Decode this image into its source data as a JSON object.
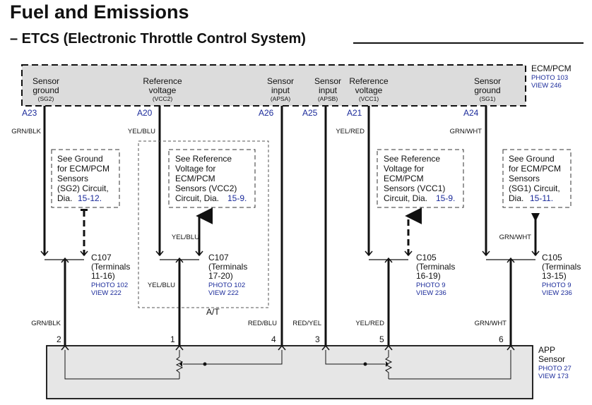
{
  "header": {
    "title": "Fuel and Emissions",
    "subtitle": "– ETCS (Electronic Throttle Control System)"
  },
  "ecm": {
    "name": "ECM/PCM",
    "photo": "PHOTO 103",
    "view": "VIEW 246",
    "terminals": [
      {
        "pin": "A23",
        "line1": "Sensor",
        "line2": "ground",
        "code": "(SG2)"
      },
      {
        "pin": "A20",
        "line1": "Reference",
        "line2": "voltage",
        "code": "(VCC2)"
      },
      {
        "pin": "A26",
        "line1": "Sensor",
        "line2": "input",
        "code": "(APSA)"
      },
      {
        "pin": "A25",
        "line1": "Sensor",
        "line2": "input",
        "code": "(APSB)"
      },
      {
        "pin": "A21",
        "line1": "Reference",
        "line2": "voltage",
        "code": "(VCC1)"
      },
      {
        "pin": "A24",
        "line1": "Sensor",
        "line2": "ground",
        "code": "(SG1)"
      }
    ]
  },
  "wire_colors": {
    "w_a23": "GRN/BLK",
    "w_a20": "YEL/BLU",
    "w_a21": "YEL/RED",
    "w_a24": "GRN/WHT",
    "w_vcc2_branch": "YEL/BLU",
    "w_sg1_branch": "GRN/WHT",
    "w_app2": "GRN/BLK",
    "w_app1": "YEL/BLU",
    "w_app4": "RED/BLU",
    "w_app3": "RED/YEL",
    "w_app5": "YEL/RED",
    "w_app6": "GRN/WHT"
  },
  "notes": [
    {
      "l1": "See Ground",
      "l2": "for ECM/PCM",
      "l3": "Sensors",
      "l4a": "(SG2) Circuit,",
      "l5a": "Dia.",
      "ref": "15-12."
    },
    {
      "l1": "See Reference",
      "l2": "Voltage for",
      "l3": "ECM/PCM",
      "l4a": "Sensors (VCC2)",
      "l5a": "Circuit, Dia.",
      "ref": "15-9."
    },
    {
      "l1": "See Reference",
      "l2": "Voltage for",
      "l3": "ECM/PCM",
      "l4a": "Sensors (VCC1)",
      "l5a": "Circuit, Dia.",
      "ref": "15-9."
    },
    {
      "l1": "See Ground",
      "l2": "for ECM/PCM",
      "l3": "Sensors",
      "l4a": "(SG1) Circuit,",
      "l5a": "Dia.",
      "ref": "15-11."
    }
  ],
  "connectors": [
    {
      "name": "C107",
      "l2": "(Terminals",
      "l3": "11-16)",
      "photo": "PHOTO 102",
      "view": "VIEW 222"
    },
    {
      "name": "C107",
      "l2": "(Terminals",
      "l3": "17-20)",
      "photo": "PHOTO 102",
      "view": "VIEW 222"
    },
    {
      "name": "C105",
      "l2": "(Terminals",
      "l3": "16-19)",
      "photo": "PHOTO 9",
      "view": "VIEW 236"
    },
    {
      "name": "C105",
      "l2": "(Terminals",
      "l3": "13-15)",
      "photo": "PHOTO 9",
      "view": "VIEW 236"
    }
  ],
  "at_label": "A/T",
  "app": {
    "name1": "APP",
    "name2": "Sensor",
    "photo": "PHOTO 27",
    "view": "VIEW 173",
    "pins": [
      "2",
      "1",
      "4",
      "3",
      "5",
      "6"
    ]
  },
  "colors": {
    "ecm_fill": "#dcdcdc",
    "app_fill": "#e6e6e6",
    "ref_blue": "#1a2a9a",
    "wire": "#111111"
  }
}
